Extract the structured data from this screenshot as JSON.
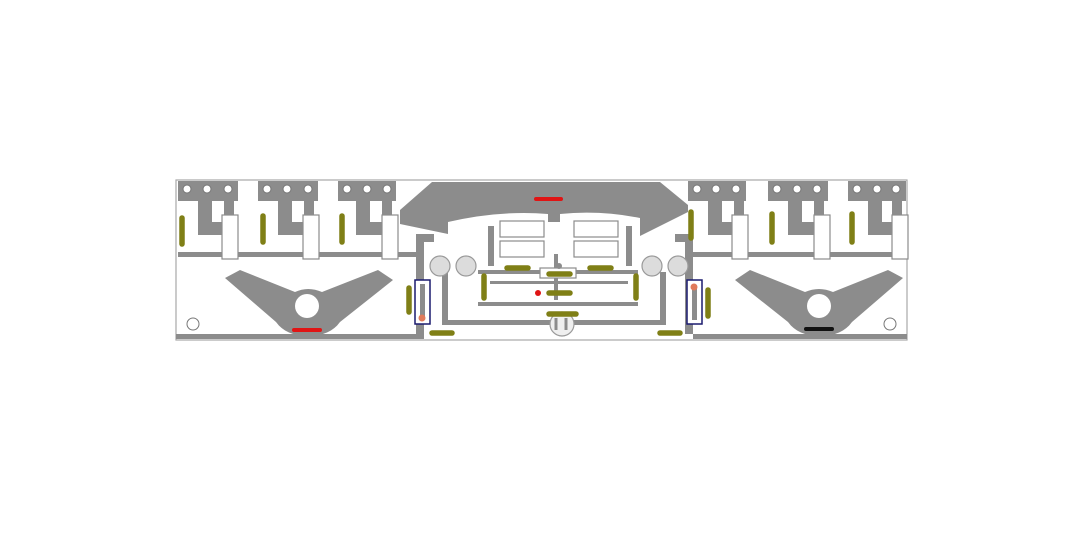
{
  "board": {
    "background": "#ffffff",
    "outline_color": "#a8a8a8",
    "copper_color": "#8c8c8c",
    "component_body_color": "#ffffff",
    "component_outline_color": "#8c8c8c"
  },
  "markers": {
    "jumper_color": "#7f7f16",
    "positive_color": "#e01414",
    "negative_color": "#111111",
    "capacitor_outline_color": "#1a1a6e",
    "capacitor_dot_color": "#e07a5a"
  },
  "groups": {
    "left_heatsink": "left-heatsink",
    "right_heatsink": "right-heatsink",
    "center": "center-section"
  }
}
